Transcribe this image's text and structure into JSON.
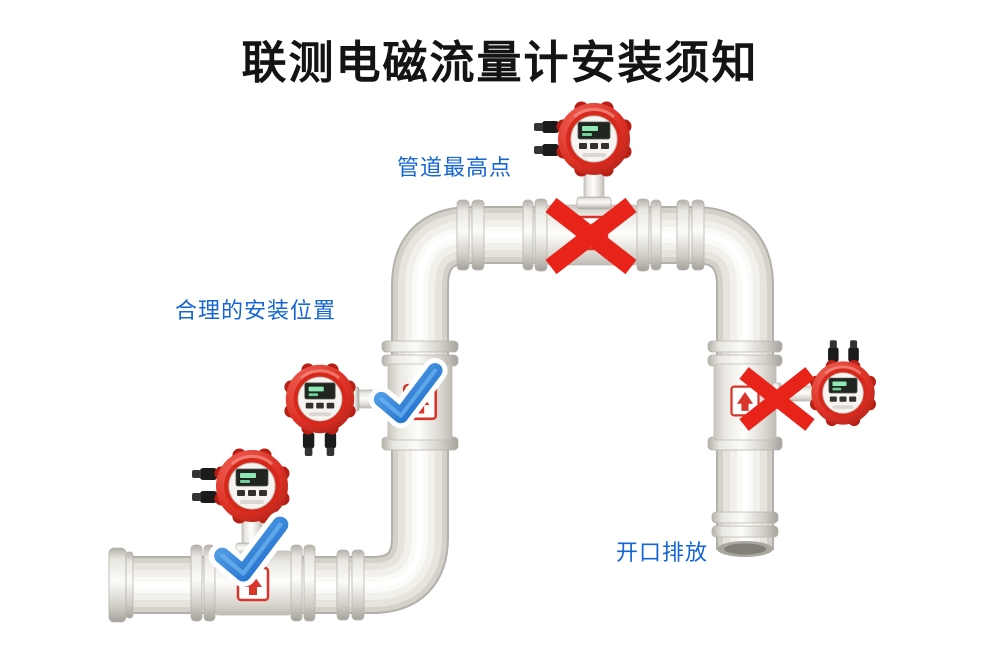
{
  "title": "联测电磁流量计安装须知",
  "annotations": {
    "highest_point": {
      "text": "管道最高点"
    },
    "good_position": {
      "text": "合理的安装位置"
    },
    "open_discharge": {
      "text": "开口排放"
    }
  },
  "colors": {
    "title_text": "#141414",
    "annotation_blue": "#1566d4",
    "cross_red": "#e8231a",
    "check_blue": "#2b87e2",
    "meter_head_red": "#d7281c",
    "pipe_light": "#f1efe9"
  },
  "diagram": {
    "type": "installation-guide",
    "subject": "electromagnetic-flowmeter-on-pipeline",
    "marks": [
      {
        "position": "pipeline-highest-point",
        "verdict": "wrong",
        "symbol": "cross"
      },
      {
        "position": "open-discharge-outlet",
        "verdict": "wrong",
        "symbol": "cross"
      },
      {
        "position": "vertical-rising-section",
        "verdict": "correct",
        "symbol": "check"
      },
      {
        "position": "lower-horizontal-section",
        "verdict": "correct",
        "symbol": "check"
      }
    ]
  }
}
